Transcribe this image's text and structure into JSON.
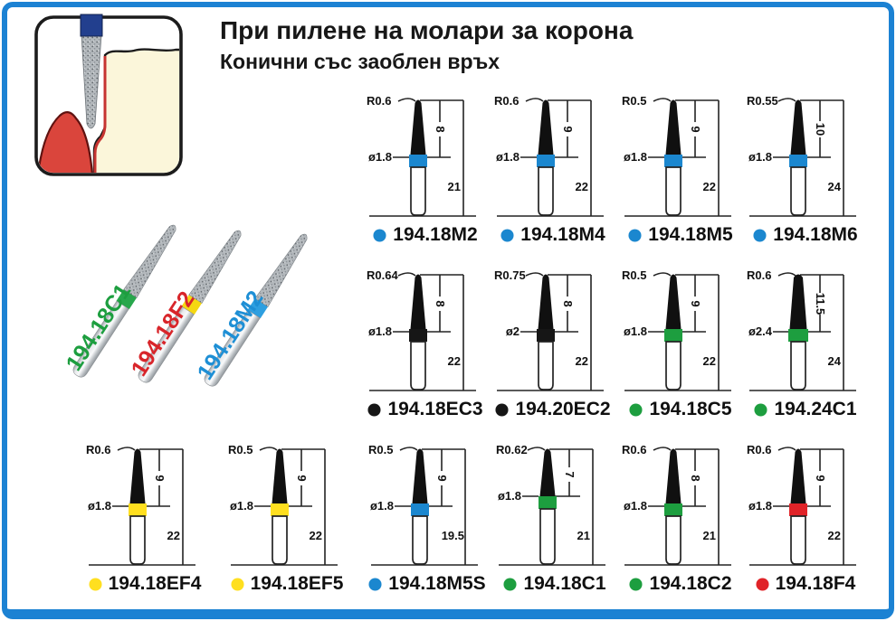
{
  "header": {
    "title": "При пилене на молари за корона",
    "subtitle": "Конични със заоблен връх"
  },
  "colors": {
    "frame_blue": "#1c82d3",
    "dot_blue": "#1b87cf",
    "dot_black": "#161616",
    "dot_green": "#1d9e3f",
    "dot_yellow": "#ffdf1f",
    "dot_red": "#e02328",
    "tooth_cream": "#fbf6da",
    "gum_red": "#da453c",
    "bur_collar_navy": "#223f8e"
  },
  "photo": {
    "burs": [
      {
        "label": "194.18C1",
        "color": "#1d9e3f",
        "band": "#28a74c"
      },
      {
        "label": "194.18F2",
        "color": "#d8252a",
        "band": "#f5d812"
      },
      {
        "label": "194.18M2",
        "color": "#1e8fd5",
        "band": "#2e9fe0"
      }
    ]
  },
  "items": [
    {
      "code": "194.18M2",
      "color": "#1b87cf",
      "r": "R0.6",
      "head": "8",
      "dia": "ø1.8",
      "total": "21"
    },
    {
      "code": "194.18M4",
      "color": "#1b87cf",
      "r": "R0.6",
      "head": "9",
      "dia": "ø1.8",
      "total": "22"
    },
    {
      "code": "194.18M5",
      "color": "#1b87cf",
      "r": "R0.5",
      "head": "9",
      "dia": "ø1.8",
      "total": "22"
    },
    {
      "code": "194.18M6",
      "color": "#1b87cf",
      "r": "R0.55",
      "head": "10",
      "dia": "ø1.8",
      "total": "24"
    },
    {
      "code": "194.18EC3",
      "color": "#161616",
      "r": "R0.64",
      "head": "8",
      "dia": "ø1.8",
      "total": "22"
    },
    {
      "code": "194.20EC2",
      "color": "#161616",
      "r": "R0.75",
      "head": "8",
      "dia": "ø2",
      "total": "22"
    },
    {
      "code": "194.18C5",
      "color": "#1d9e3f",
      "r": "R0.5",
      "head": "9",
      "dia": "ø1.8",
      "total": "22"
    },
    {
      "code": "194.24C1",
      "color": "#1d9e3f",
      "r": "R0.6",
      "head": "11.5",
      "dia": "ø2.4",
      "total": "24"
    },
    {
      "code": "194.18EF4",
      "color": "#ffdf1f",
      "r": "R0.6",
      "head": "9",
      "dia": "ø1.8",
      "total": "22"
    },
    {
      "code": "194.18EF5",
      "color": "#ffdf1f",
      "r": "R0.5",
      "head": "9",
      "dia": "ø1.8",
      "total": "22"
    },
    {
      "code": "194.18M5S",
      "color": "#1b87cf",
      "r": "R0.5",
      "head": "9",
      "dia": "ø1.8",
      "total": "19.5"
    },
    {
      "code": "194.18C1",
      "color": "#1d9e3f",
      "r": "R0.62",
      "head": "7",
      "dia": "ø1.8",
      "total": "21"
    },
    {
      "code": "194.18C2",
      "color": "#1d9e3f",
      "r": "R0.6",
      "head": "8",
      "dia": "ø1.8",
      "total": "21"
    },
    {
      "code": "194.18F4",
      "color": "#e02328",
      "r": "R0.6",
      "head": "9",
      "dia": "ø1.8",
      "total": "22"
    }
  ]
}
